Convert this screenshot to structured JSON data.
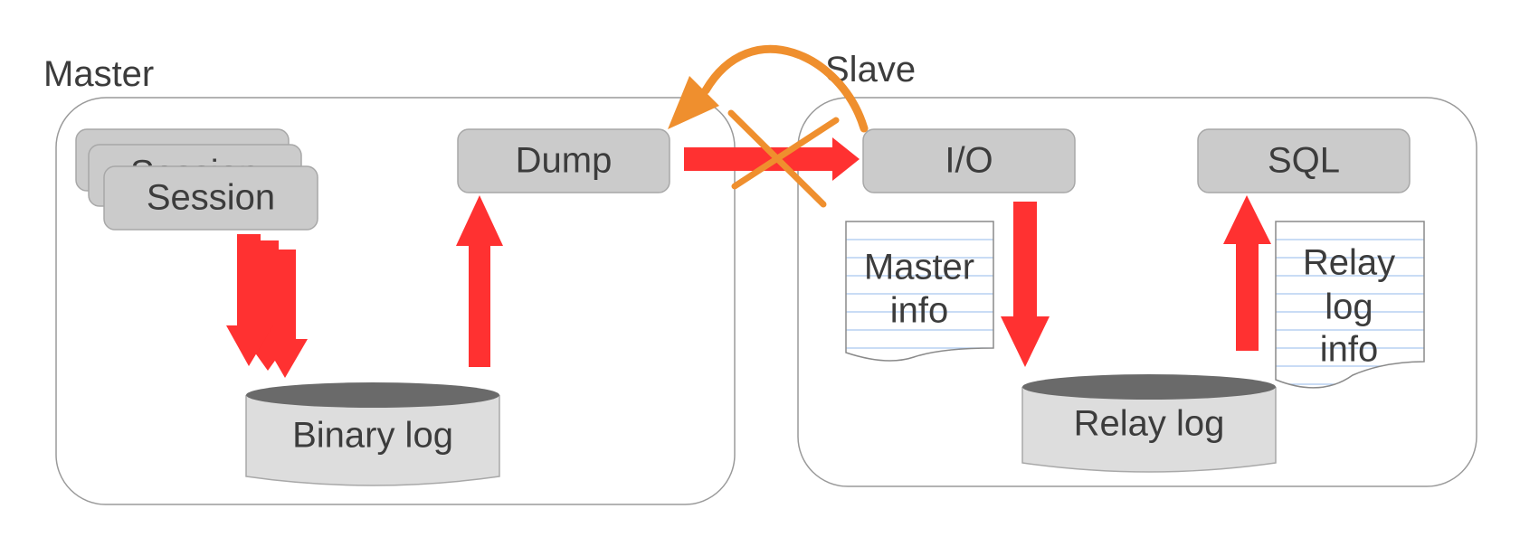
{
  "master": {
    "title": "Master",
    "session_label": "Session",
    "session_hidden_label": "Session",
    "dump_label": "Dump",
    "binary_log_label": "Binary log"
  },
  "slave": {
    "title": "Slave",
    "io_label": "I/O",
    "sql_label": "SQL",
    "master_info_lines": [
      "Master",
      "info"
    ],
    "relay_log_label": "Relay log",
    "relay_log_info_lines": [
      "Relay",
      "log",
      "info"
    ]
  },
  "colors": {
    "box_fill": "#cbcbcb",
    "box_stroke": "#a8a8a8",
    "arrow_red": "#ff3131",
    "cross_orange": "#ef8f2e",
    "db_top": "#6a6a6a",
    "container_stroke": "#9a9a9a",
    "doc_lines": "#a9c6ef"
  }
}
